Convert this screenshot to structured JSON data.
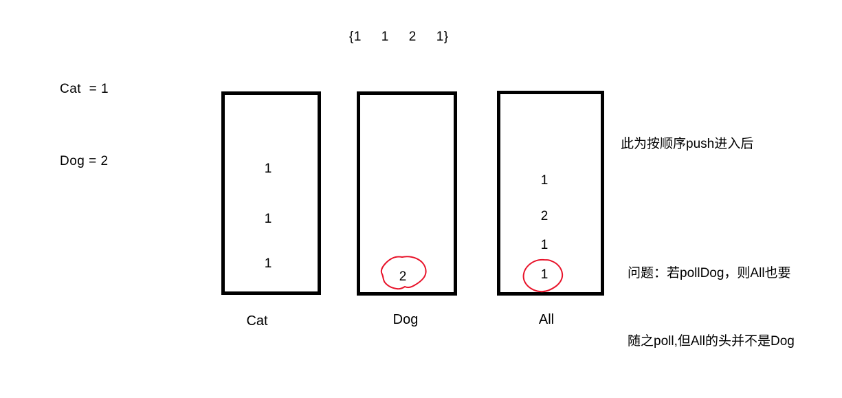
{
  "legend": {
    "lines": [
      "Cat  = 1",
      "Dog = 2"
    ]
  },
  "sequence": {
    "text": "{1     1     2     1}",
    "values": [
      1,
      1,
      2,
      1
    ]
  },
  "stacks": [
    {
      "id": "cat",
      "caption": "Cat",
      "values": [
        "1",
        "1",
        "1"
      ],
      "highlighted_index": null
    },
    {
      "id": "dog",
      "caption": "Dog",
      "values": [
        "2"
      ],
      "highlighted_index": 0
    },
    {
      "id": "all",
      "caption": "All",
      "values": [
        "1",
        "2",
        "1",
        "1"
      ],
      "highlighted_index": 3
    }
  ],
  "annotations": {
    "push_note": "此为按顺序push进入后",
    "problem_note_line1": "问题：若pollDog，则All也要",
    "problem_note_line2": "随之poll,但All的头并不是Dog"
  },
  "colors": {
    "ink": "#000000",
    "highlight": "#e8132a",
    "background": "#ffffff"
  }
}
